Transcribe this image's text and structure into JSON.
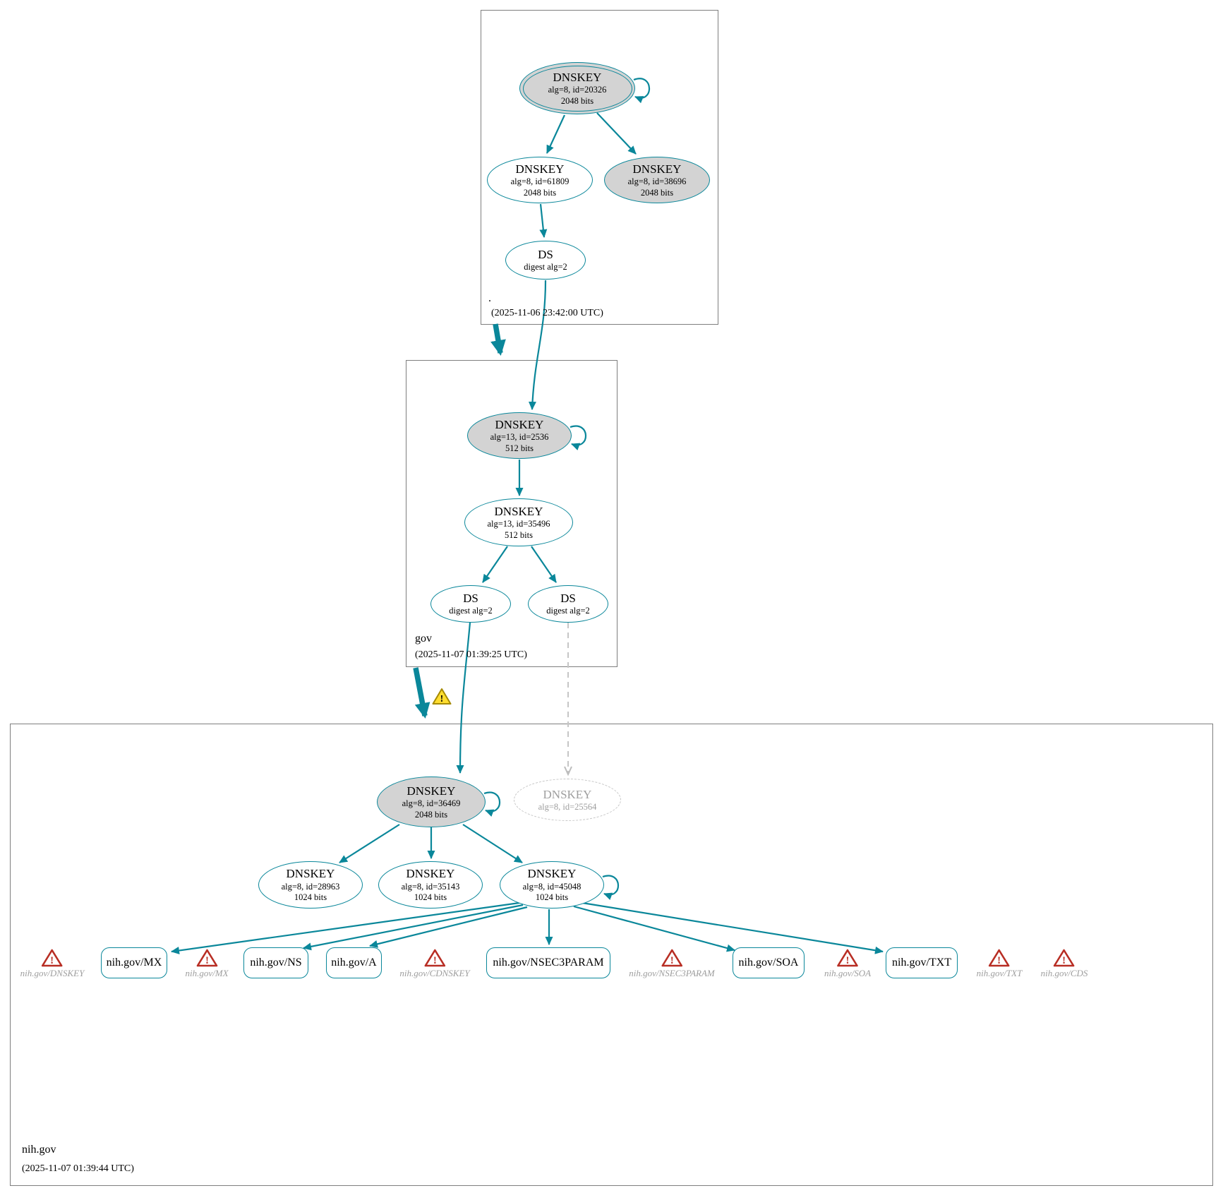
{
  "colors": {
    "edge_teal": "#0a879a",
    "ksk_fill_gray": "#d3d3d3",
    "muted_gray": "#9e9e9e",
    "error_red": "#b82e24",
    "warning_yellow": "#ffdd30"
  },
  "zones": {
    "root": {
      "label": ".",
      "timestamp": "(2025-11-06 23:42:00 UTC)",
      "ksk": {
        "title": "DNSKEY",
        "alg": "alg=8, id=20326",
        "bits": "2048 bits"
      },
      "zsk": {
        "title": "DNSKEY",
        "alg": "alg=8, id=61809",
        "bits": "2048 bits"
      },
      "ksk_standby": {
        "title": "DNSKEY",
        "alg": "alg=8, id=38696",
        "bits": "2048 bits"
      },
      "ds": {
        "title": "DS",
        "digest": "digest alg=2"
      }
    },
    "gov": {
      "label": "gov",
      "timestamp": "(2025-11-07 01:39:25 UTC)",
      "ksk": {
        "title": "DNSKEY",
        "alg": "alg=13, id=2536",
        "bits": "512 bits"
      },
      "zsk": {
        "title": "DNSKEY",
        "alg": "alg=13, id=35496",
        "bits": "512 bits"
      },
      "ds_left": {
        "title": "DS",
        "digest": "digest alg=2"
      },
      "ds_right": {
        "title": "DS",
        "digest": "digest alg=2"
      }
    },
    "nih": {
      "label": "nih.gov",
      "timestamp": "(2025-11-07 01:39:44 UTC)",
      "ksk": {
        "title": "DNSKEY",
        "alg": "alg=8, id=36469",
        "bits": "2048 bits"
      },
      "missing_key": {
        "title": "DNSKEY",
        "alg": "alg=8, id=25564"
      },
      "zsk1": {
        "title": "DNSKEY",
        "alg": "alg=8, id=28963",
        "bits": "1024 bits"
      },
      "zsk2": {
        "title": "DNSKEY",
        "alg": "alg=8, id=35143",
        "bits": "1024 bits"
      },
      "zsk3": {
        "title": "DNSKEY",
        "alg": "alg=8, id=45048",
        "bits": "1024 bits"
      },
      "records": [
        {
          "label": "nih.gov/MX"
        },
        {
          "label": "nih.gov/NS"
        },
        {
          "label": "nih.gov/A"
        },
        {
          "label": "nih.gov/NSEC3PARAM"
        },
        {
          "label": "nih.gov/SOA"
        },
        {
          "label": "nih.gov/TXT"
        }
      ],
      "errors": [
        {
          "label": "nih.gov/DNSKEY"
        },
        {
          "label": "nih.gov/MX"
        },
        {
          "label": "nih.gov/CDNSKEY"
        },
        {
          "label": "nih.gov/NSEC3PARAM"
        },
        {
          "label": "nih.gov/SOA"
        },
        {
          "label": "nih.gov/TXT"
        },
        {
          "label": "nih.gov/CDS"
        }
      ]
    }
  }
}
